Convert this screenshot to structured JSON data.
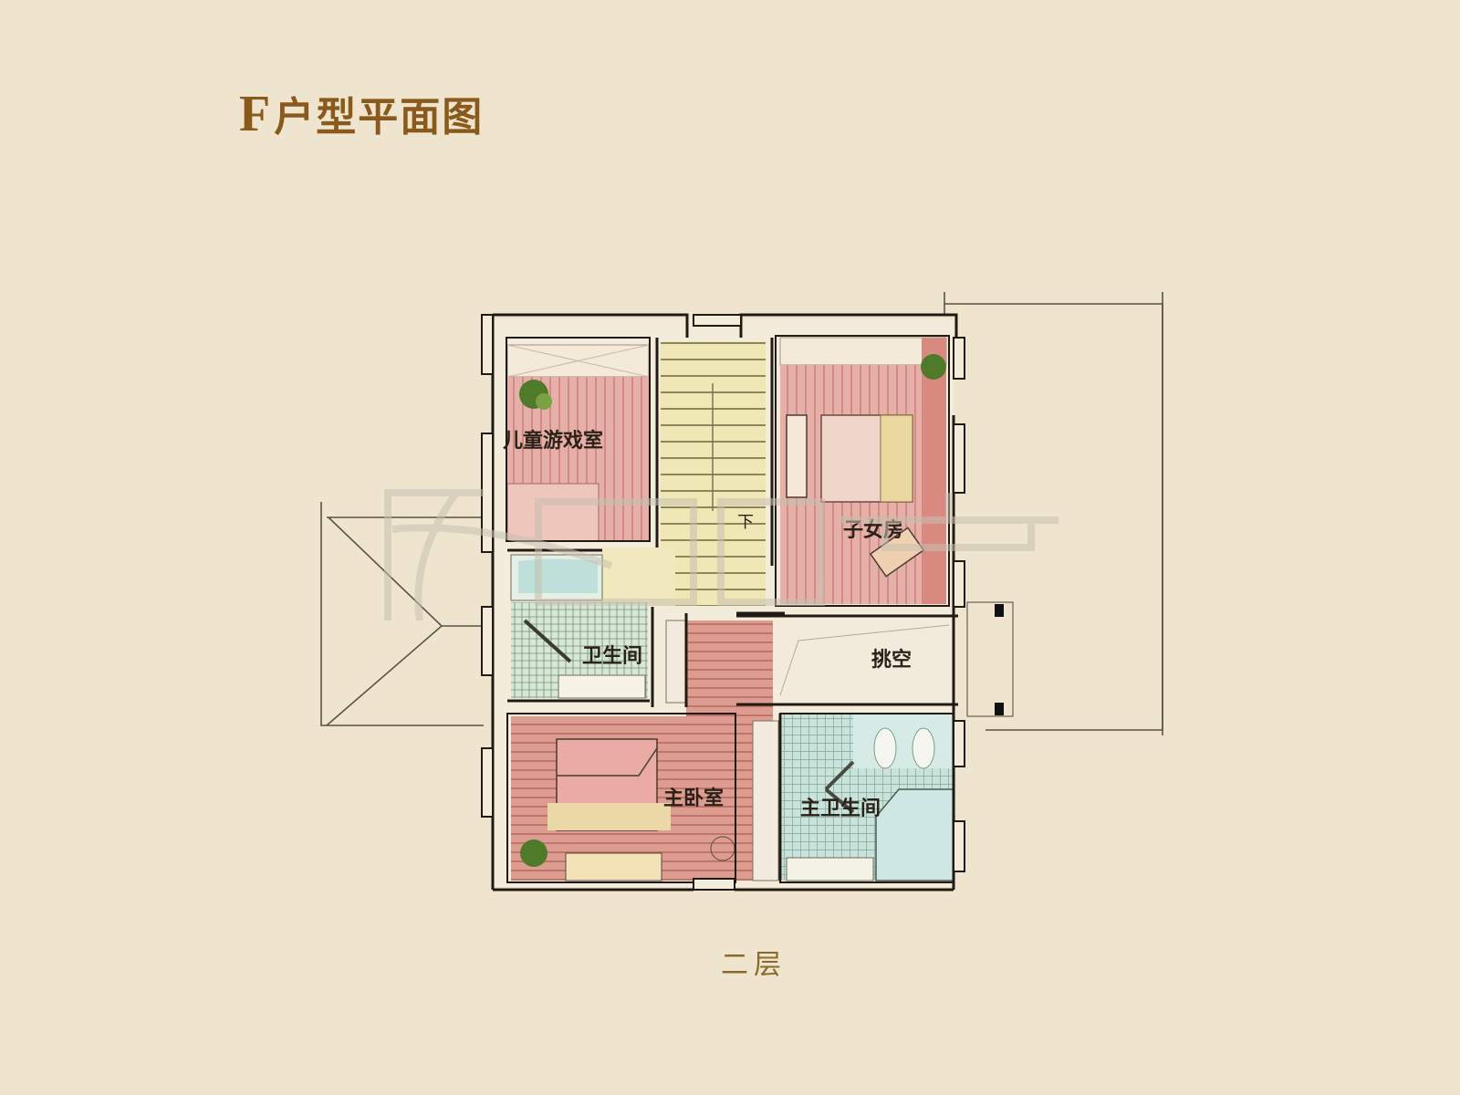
{
  "title": {
    "letter": "F",
    "text": "户型平面图"
  },
  "floor_caption": "二层",
  "rooms": {
    "kids_playroom": "儿童游戏室",
    "stairs_down": "下",
    "children_room": "子女房",
    "bathroom": "卫生间",
    "void": "挑空",
    "master_bedroom": "主卧室",
    "master_bathroom": "主卫生间"
  },
  "colors": {
    "background": "#efe5cf",
    "title": "#8a5a1c",
    "bedroom_fill": "#e3a8a0",
    "corridor_fill": "#d48f84",
    "stair_fill": "#ece3a8",
    "bath_fill": "#cfe3d4",
    "wall": "#2a2218",
    "plant": "#4f7a2a"
  }
}
